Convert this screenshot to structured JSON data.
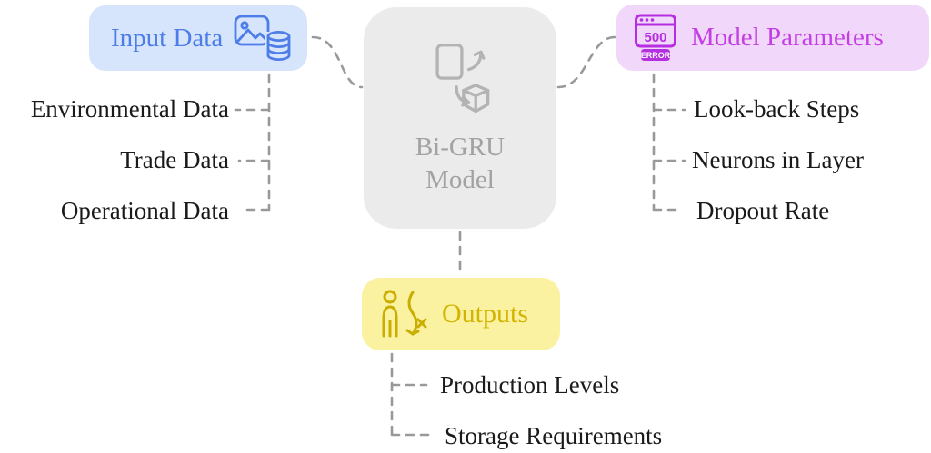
{
  "center": {
    "line1": "Bi-GRU",
    "line2": "Model"
  },
  "input": {
    "label": "Input Data",
    "items": [
      "Environmental Data",
      "Trade Data",
      "Operational Data"
    ]
  },
  "params": {
    "label": "Model Parameters",
    "icon_code": "500",
    "icon_text": "ERROR",
    "items": [
      "Look-back Steps",
      "Neurons in Layer",
      "Dropout Rate"
    ]
  },
  "outputs": {
    "label": "Outputs",
    "items": [
      "Production Levels",
      "Storage Requirements"
    ]
  },
  "colors": {
    "input_bg": "#d6e5fb",
    "input_text": "#4d7de8",
    "params_bg": "#f1d7fa",
    "params_text": "#c33fe3",
    "outputs_bg": "#faf2a0",
    "outputs_text": "#d3b400",
    "center_bg": "#ebebeb",
    "center_text": "#a2a2a2",
    "connector": "#999999",
    "item_text": "#1a1a1a"
  }
}
